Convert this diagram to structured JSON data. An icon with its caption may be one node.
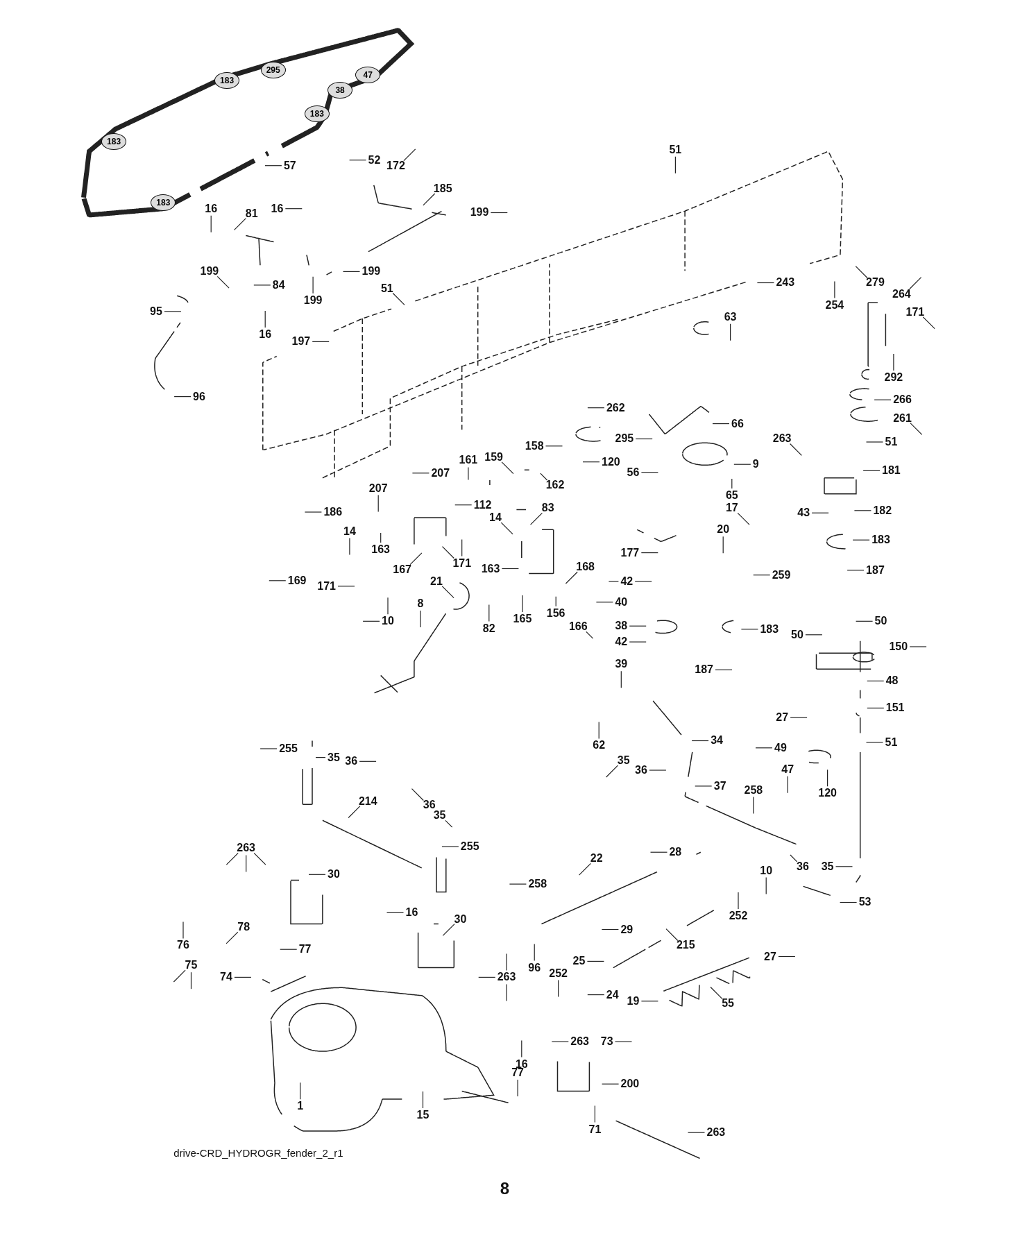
{
  "diagram": {
    "nodes": [
      {
        "text": [
          "52"
        ]
      },
      {
        "text": [
          "172"
        ]
      },
      {
        "text": [
          "185"
        ]
      },
      {
        "text": [
          "199"
        ]
      },
      {
        "text": [
          "16"
        ]
      },
      {
        "text": [
          "81"
        ]
      },
      {
        "text": [
          "16"
        ]
      },
      {
        "text": [
          "199"
        ]
      },
      {
        "text": [
          "84"
        ]
      },
      {
        "text": [
          "199"
        ]
      },
      {
        "text": [
          "51"
        ]
      },
      {
        "text": [
          "199"
        ]
      },
      {
        "text": [
          "95"
        ]
      },
      {
        "text": [
          "16"
        ]
      },
      {
        "text": [
          "197"
        ]
      },
      {
        "text": [
          "96"
        ]
      },
      {
        "text": [
          "51"
        ]
      },
      {
        "text": [
          "243"
        ]
      },
      {
        "text": [
          "254"
        ]
      },
      {
        "text": [
          "63"
        ]
      },
      {
        "text": [
          "279"
        ]
      },
      {
        "text": [
          "264"
        ]
      },
      {
        "text": [
          "171"
        ]
      },
      {
        "text": [
          "292"
        ]
      },
      {
        "text": [
          "266"
        ]
      },
      {
        "text": [
          "261"
        ]
      },
      {
        "text": [
          "51"
        ]
      },
      {
        "text": [
          "262"
        ]
      },
      {
        "text": [
          "66"
        ]
      },
      {
        "text": [
          "295"
        ]
      },
      {
        "text": [
          "120"
        ]
      },
      {
        "text": [
          "56"
        ]
      },
      {
        "text": [
          "9"
        ]
      },
      {
        "text": [
          "263"
        ]
      },
      {
        "text": [
          "181"
        ]
      },
      {
        "text": [
          "65"
        ]
      },
      {
        "text": [
          "17"
        ]
      },
      {
        "text": [
          "20"
        ]
      },
      {
        "text": [
          "43"
        ]
      },
      {
        "text": [
          "182"
        ]
      },
      {
        "text": [
          "183"
        ]
      },
      {
        "text": [
          "187"
        ]
      },
      {
        "text": [
          "158"
        ]
      },
      {
        "text": [
          "161"
        ]
      },
      {
        "text": [
          "159"
        ]
      },
      {
        "text": [
          "207"
        ]
      },
      {
        "text": [
          "162"
        ]
      },
      {
        "text": [
          "207"
        ]
      },
      {
        "text": [
          "186"
        ]
      },
      {
        "text": [
          "14"
        ]
      },
      {
        "text": [
          "163"
        ]
      },
      {
        "text": [
          "112"
        ]
      },
      {
        "text": [
          "14"
        ]
      },
      {
        "text": [
          "83"
        ]
      },
      {
        "text": [
          "163"
        ]
      },
      {
        "text": [
          "171"
        ]
      },
      {
        "text": [
          "167"
        ]
      },
      {
        "text": [
          "169"
        ]
      },
      {
        "text": [
          "171"
        ]
      },
      {
        "text": [
          "21"
        ]
      },
      {
        "text": [
          "168"
        ]
      },
      {
        "text": [
          "177"
        ]
      },
      {
        "text": [
          "259"
        ]
      },
      {
        "text": [
          "42"
        ]
      },
      {
        "text": [
          "40"
        ]
      },
      {
        "text": [
          "38"
        ]
      },
      {
        "text": [
          "42"
        ]
      },
      {
        "text": [
          "39"
        ]
      },
      {
        "text": [
          "183"
        ]
      },
      {
        "text": [
          "187"
        ]
      },
      {
        "text": [
          "156"
        ]
      },
      {
        "text": [
          "166"
        ]
      },
      {
        "text": [
          "165"
        ]
      },
      {
        "text": [
          "82"
        ]
      },
      {
        "text": [
          "8"
        ]
      },
      {
        "text": [
          "10"
        ]
      },
      {
        "text": [
          "50"
        ]
      },
      {
        "text": [
          "50"
        ]
      },
      {
        "text": [
          "150"
        ]
      },
      {
        "text": [
          "48"
        ]
      },
      {
        "text": [
          "27"
        ]
      },
      {
        "text": [
          "151"
        ]
      },
      {
        "text": [
          "49"
        ]
      },
      {
        "text": [
          "51"
        ]
      },
      {
        "text": [
          "47"
        ]
      },
      {
        "text": [
          "120"
        ]
      },
      {
        "text": [
          "62"
        ]
      },
      {
        "text": [
          "35"
        ]
      },
      {
        "text": [
          "36"
        ]
      },
      {
        "text": [
          "34"
        ]
      },
      {
        "text": [
          "37"
        ]
      },
      {
        "text": [
          "258"
        ]
      },
      {
        "text": [
          "255"
        ]
      },
      {
        "text": [
          "35"
        ]
      },
      {
        "text": [
          "36"
        ]
      },
      {
        "text": [
          "214"
        ]
      },
      {
        "text": [
          "36"
        ]
      },
      {
        "text": [
          "35"
        ]
      },
      {
        "text": [
          "255"
        ]
      },
      {
        "text": [
          "263"
        ]
      },
      {
        "text": [
          "30"
        ]
      },
      {
        "text": [
          "22"
        ]
      },
      {
        "text": [
          "28"
        ]
      },
      {
        "text": [
          "10"
        ]
      },
      {
        "text": [
          "36"
        ]
      },
      {
        "text": [
          "35"
        ]
      },
      {
        "text": [
          "258"
        ]
      },
      {
        "text": [
          "53"
        ]
      },
      {
        "text": [
          "252"
        ]
      },
      {
        "text": [
          "29"
        ]
      },
      {
        "text": [
          "215"
        ]
      },
      {
        "text": [
          "16"
        ]
      },
      {
        "text": [
          "30"
        ]
      },
      {
        "text": [
          "263"
        ]
      },
      {
        "text": [
          "78"
        ]
      },
      {
        "text": [
          "76"
        ]
      },
      {
        "text": [
          "77"
        ]
      },
      {
        "text": [
          "75"
        ]
      },
      {
        "text": [
          "74"
        ]
      },
      {
        "text": [
          "96"
        ]
      },
      {
        "text": [
          "252"
        ]
      },
      {
        "text": [
          "25"
        ]
      },
      {
        "text": [
          "24"
        ]
      },
      {
        "text": [
          "19"
        ]
      },
      {
        "text": [
          "27"
        ]
      },
      {
        "text": [
          "55"
        ]
      },
      {
        "text": [
          "263"
        ]
      },
      {
        "text": [
          "73"
        ]
      },
      {
        "text": [
          "16"
        ]
      },
      {
        "text": [
          "77"
        ]
      },
      {
        "text": [
          "200"
        ]
      },
      {
        "text": [
          "1"
        ]
      },
      {
        "text": [
          "15"
        ]
      },
      {
        "text": [
          "71"
        ]
      },
      {
        "text": [
          "263"
        ]
      },
      {
        "text": [
          "57"
        ]
      }
    ],
    "edges": [
      {
        "from": 0,
        "to": null,
        "arrow": "none"
      },
      {
        "from": 1,
        "to": null,
        "arrow": "none"
      },
      {
        "from": 2,
        "to": null,
        "arrow": "none"
      },
      {
        "from": 3,
        "to": null,
        "arrow": "none"
      },
      {
        "from": 4,
        "to": null,
        "arrow": "none"
      },
      {
        "from": 5,
        "to": null,
        "arrow": "none"
      },
      {
        "from": 6,
        "to": null,
        "arrow": "none"
      },
      {
        "from": 7,
        "to": null,
        "arrow": "none"
      },
      {
        "from": 8,
        "to": null,
        "arrow": "none"
      },
      {
        "from": 9,
        "to": null,
        "arrow": "none"
      },
      {
        "from": 10,
        "to": null,
        "arrow": "none"
      },
      {
        "from": 11,
        "to": null,
        "arrow": "none"
      },
      {
        "from": 12,
        "to": null,
        "arrow": "none"
      },
      {
        "from": 13,
        "to": null,
        "arrow": "none"
      },
      {
        "from": 14,
        "to": null,
        "arrow": "none"
      },
      {
        "from": 15,
        "to": null,
        "arrow": "none"
      },
      {
        "from": 16,
        "to": null,
        "arrow": "none"
      },
      {
        "from": 17,
        "to": null,
        "arrow": "none"
      },
      {
        "from": 18,
        "to": null,
        "arrow": "none"
      },
      {
        "from": 19,
        "to": null,
        "arrow": "none"
      },
      {
        "from": 20,
        "to": null,
        "arrow": "none"
      },
      {
        "from": 21,
        "to": null,
        "arrow": "none"
      },
      {
        "from": 22,
        "to": null,
        "arrow": "none"
      },
      {
        "from": 23,
        "to": null,
        "arrow": "none"
      },
      {
        "from": 24,
        "to": null,
        "arrow": "none"
      },
      {
        "from": 25,
        "to": null,
        "arrow": "none"
      },
      {
        "from": 26,
        "to": null,
        "arrow": "none"
      },
      {
        "from": 27,
        "to": null,
        "arrow": "none"
      },
      {
        "from": 28,
        "to": null,
        "arrow": "none"
      },
      {
        "from": 29,
        "to": null,
        "arrow": "none"
      },
      {
        "from": 30,
        "to": null,
        "arrow": "none"
      },
      {
        "from": 31,
        "to": null,
        "arrow": "none"
      },
      {
        "from": 32,
        "to": null,
        "arrow": "none"
      },
      {
        "from": 33,
        "to": null,
        "arrow": "none"
      },
      {
        "from": 34,
        "to": null,
        "arrow": "none"
      },
      {
        "from": 35,
        "to": null,
        "arrow": "none"
      },
      {
        "from": 36,
        "to": null,
        "arrow": "none"
      },
      {
        "from": 37,
        "to": null,
        "arrow": "none"
      },
      {
        "from": 38,
        "to": null,
        "arrow": "none"
      },
      {
        "from": 39,
        "to": null,
        "arrow": "none"
      },
      {
        "from": 40,
        "to": null,
        "arrow": "none"
      },
      {
        "from": 41,
        "to": null,
        "arrow": "none"
      },
      {
        "from": 42,
        "to": null,
        "arrow": "none"
      },
      {
        "from": 43,
        "to": null,
        "arrow": "none"
      },
      {
        "from": 44,
        "to": null,
        "arrow": "none"
      },
      {
        "from": 45,
        "to": null,
        "arrow": "none"
      },
      {
        "from": 46,
        "to": null,
        "arrow": "none"
      },
      {
        "from": 47,
        "to": null,
        "arrow": "none"
      },
      {
        "from": 48,
        "to": null,
        "arrow": "none"
      },
      {
        "from": 49,
        "to": null,
        "arrow": "none"
      },
      {
        "from": 50,
        "to": null,
        "arrow": "none"
      },
      {
        "from": 51,
        "to": null,
        "arrow": "none"
      },
      {
        "from": 52,
        "to": null,
        "arrow": "none"
      },
      {
        "from": 53,
        "to": null,
        "arrow": "none"
      },
      {
        "from": 54,
        "to": null,
        "arrow": "none"
      },
      {
        "from": 55,
        "to": null,
        "arrow": "none"
      },
      {
        "from": 55,
        "to": null,
        "arrow": "none"
      },
      {
        "from": 56,
        "to": null,
        "arrow": "none"
      },
      {
        "from": 57,
        "to": null,
        "arrow": "none"
      },
      {
        "from": 58,
        "to": null,
        "arrow": "none"
      },
      {
        "from": 59,
        "to": null,
        "arrow": "none"
      },
      {
        "from": 60,
        "to": null,
        "arrow": "none"
      },
      {
        "from": 61,
        "to": null,
        "arrow": "none"
      },
      {
        "from": 62,
        "to": null,
        "arrow": "none"
      },
      {
        "from": 63,
        "to": null,
        "arrow": "none"
      },
      {
        "from": 63,
        "to": null,
        "arrow": "none"
      },
      {
        "from": 64,
        "to": null,
        "arrow": "none"
      },
      {
        "from": 65,
        "to": null,
        "arrow": "none"
      },
      {
        "from": 66,
        "to": null,
        "arrow": "none"
      },
      {
        "from": 67,
        "to": null,
        "arrow": "none"
      },
      {
        "from": 68,
        "to": null,
        "arrow": "none"
      },
      {
        "from": 69,
        "to": null,
        "arrow": "none"
      },
      {
        "from": 70,
        "to": null,
        "arrow": "none"
      },
      {
        "from": 71,
        "to": null,
        "arrow": "none"
      },
      {
        "from": 72,
        "to": null,
        "arrow": "none"
      },
      {
        "from": 73,
        "to": null,
        "arrow": "none"
      },
      {
        "from": 74,
        "to": null,
        "arrow": "none"
      },
      {
        "from": 75,
        "to": null,
        "arrow": "none"
      },
      {
        "from": 75,
        "to": null,
        "arrow": "none"
      },
      {
        "from": 76,
        "to": null,
        "arrow": "none"
      },
      {
        "from": 77,
        "to": null,
        "arrow": "none"
      },
      {
        "from": 78,
        "to": null,
        "arrow": "none"
      },
      {
        "from": 79,
        "to": null,
        "arrow": "none"
      },
      {
        "from": 80,
        "to": null,
        "arrow": "none"
      },
      {
        "from": 81,
        "to": null,
        "arrow": "none"
      },
      {
        "from": 82,
        "to": null,
        "arrow": "none"
      },
      {
        "from": 83,
        "to": null,
        "arrow": "none"
      },
      {
        "from": 84,
        "to": null,
        "arrow": "none"
      },
      {
        "from": 85,
        "to": null,
        "arrow": "none"
      },
      {
        "from": 86,
        "to": null,
        "arrow": "none"
      },
      {
        "from": 87,
        "to": null,
        "arrow": "none"
      },
      {
        "from": 88,
        "to": null,
        "arrow": "none"
      },
      {
        "from": 89,
        "to": null,
        "arrow": "none"
      },
      {
        "from": 90,
        "to": null,
        "arrow": "none"
      },
      {
        "from": 91,
        "to": null,
        "arrow": "none"
      },
      {
        "from": 92,
        "to": null,
        "arrow": "none"
      },
      {
        "from": 93,
        "to": null,
        "arrow": "none"
      },
      {
        "from": 94,
        "to": null,
        "arrow": "none"
      },
      {
        "from": 95,
        "to": null,
        "arrow": "none"
      },
      {
        "from": 96,
        "to": null,
        "arrow": "none"
      },
      {
        "from": 97,
        "to": null,
        "arrow": "none"
      },
      {
        "from": 98,
        "to": null,
        "arrow": "none"
      },
      {
        "from": 99,
        "to": null,
        "arrow": "none"
      },
      {
        "from": 99,
        "to": null,
        "arrow": "none"
      },
      {
        "from": 99,
        "to": null,
        "arrow": "none"
      },
      {
        "from": 100,
        "to": null,
        "arrow": "none"
      },
      {
        "from": 101,
        "to": null,
        "arrow": "none"
      },
      {
        "from": 102,
        "to": null,
        "arrow": "none"
      },
      {
        "from": 103,
        "to": null,
        "arrow": "none"
      },
      {
        "from": 104,
        "to": null,
        "arrow": "none"
      },
      {
        "from": 105,
        "to": null,
        "arrow": "none"
      },
      {
        "from": 106,
        "to": null,
        "arrow": "none"
      },
      {
        "from": 107,
        "to": null,
        "arrow": "none"
      },
      {
        "from": 108,
        "to": null,
        "arrow": "none"
      },
      {
        "from": 109,
        "to": null,
        "arrow": "none"
      },
      {
        "from": 110,
        "to": null,
        "arrow": "none"
      },
      {
        "from": 111,
        "to": null,
        "arrow": "none"
      },
      {
        "from": 112,
        "to": null,
        "arrow": "none"
      },
      {
        "from": 113,
        "to": null,
        "arrow": "none"
      },
      {
        "from": 113,
        "to": null,
        "arrow": "none"
      },
      {
        "from": 113,
        "to": null,
        "arrow": "none"
      },
      {
        "from": 114,
        "to": null,
        "arrow": "none"
      },
      {
        "from": 115,
        "to": null,
        "arrow": "none"
      },
      {
        "from": 116,
        "to": null,
        "arrow": "none"
      },
      {
        "from": 117,
        "to": null,
        "arrow": "none"
      },
      {
        "from": 117,
        "to": null,
        "arrow": "none"
      },
      {
        "from": 118,
        "to": null,
        "arrow": "none"
      },
      {
        "from": 119,
        "to": null,
        "arrow": "none"
      },
      {
        "from": 120,
        "to": null,
        "arrow": "none"
      },
      {
        "from": 121,
        "to": null,
        "arrow": "none"
      },
      {
        "from": 122,
        "to": null,
        "arrow": "none"
      },
      {
        "from": 123,
        "to": null,
        "arrow": "none"
      },
      {
        "from": 124,
        "to": null,
        "arrow": "none"
      },
      {
        "from": 125,
        "to": null,
        "arrow": "none"
      },
      {
        "from": 126,
        "to": null,
        "arrow": "none"
      },
      {
        "from": 127,
        "to": null,
        "arrow": "none"
      },
      {
        "from": 128,
        "to": null,
        "arrow": "none"
      },
      {
        "from": 129,
        "to": null,
        "arrow": "none"
      },
      {
        "from": 130,
        "to": null,
        "arrow": "none"
      },
      {
        "from": 131,
        "to": null,
        "arrow": "none"
      },
      {
        "from": 132,
        "to": null,
        "arrow": "none"
      },
      {
        "from": 133,
        "to": null,
        "arrow": "none"
      },
      {
        "from": 134,
        "to": null,
        "arrow": "none"
      },
      {
        "from": 135,
        "to": null,
        "arrow": "none"
      }
    ],
    "labels": [
      "183",
      "295",
      "47",
      "38",
      "183",
      "183",
      "183",
      "drive-CRD_HYDROGR_fender_2_r1",
      "8"
    ]
  }
}
